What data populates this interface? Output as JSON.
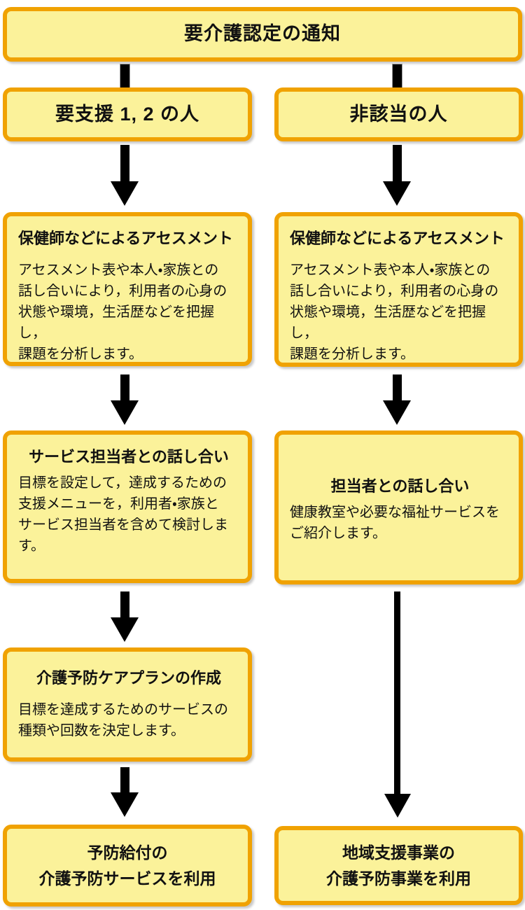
{
  "styles": {
    "box_fill": "#FBF29A",
    "box_border": "#F0A202",
    "arrow_color": "#000000",
    "text_color": "#111111",
    "background": "#ffffff"
  },
  "flow": {
    "top": {
      "title": "要介護認定の通知"
    },
    "left_header": {
      "title": "要支援 1, 2 の人"
    },
    "right_header": {
      "title": "非該当の人"
    },
    "left_assessment": {
      "title": "保健師などによるアセスメント",
      "body": "アセスメント表や本人・家族との\n話し合いにより，利用者の心身の\n状態や環境，生活歴などを把握し，\n課題を分析します。"
    },
    "right_assessment": {
      "title": "保健師などによるアセスメント",
      "body": "アセスメント表や本人・家族との\n話し合いにより，利用者の心身の\n状態や環境，生活歴などを把握し，\n課題を分析します。"
    },
    "left_meeting": {
      "title": "サービス担当者との話し合い",
      "body": "目標を設定して，達成するための\n支援メニューを，利用者・家族と\nサービス担当者を含めて検討しま\nす。"
    },
    "right_meeting": {
      "title": "担当者との話し合い",
      "body": "健康教室や必要な福祉サービスを\nご紹介します。"
    },
    "left_plan": {
      "title": "介護予防ケアプランの作成",
      "body": "目標を達成するためのサービスの\n種類や回数を決定します。"
    },
    "left_final": {
      "title": "予防給付の\n介護予防サービスを利用"
    },
    "right_final": {
      "title": "地域支援事業の\n介護予防事業を利用"
    }
  }
}
